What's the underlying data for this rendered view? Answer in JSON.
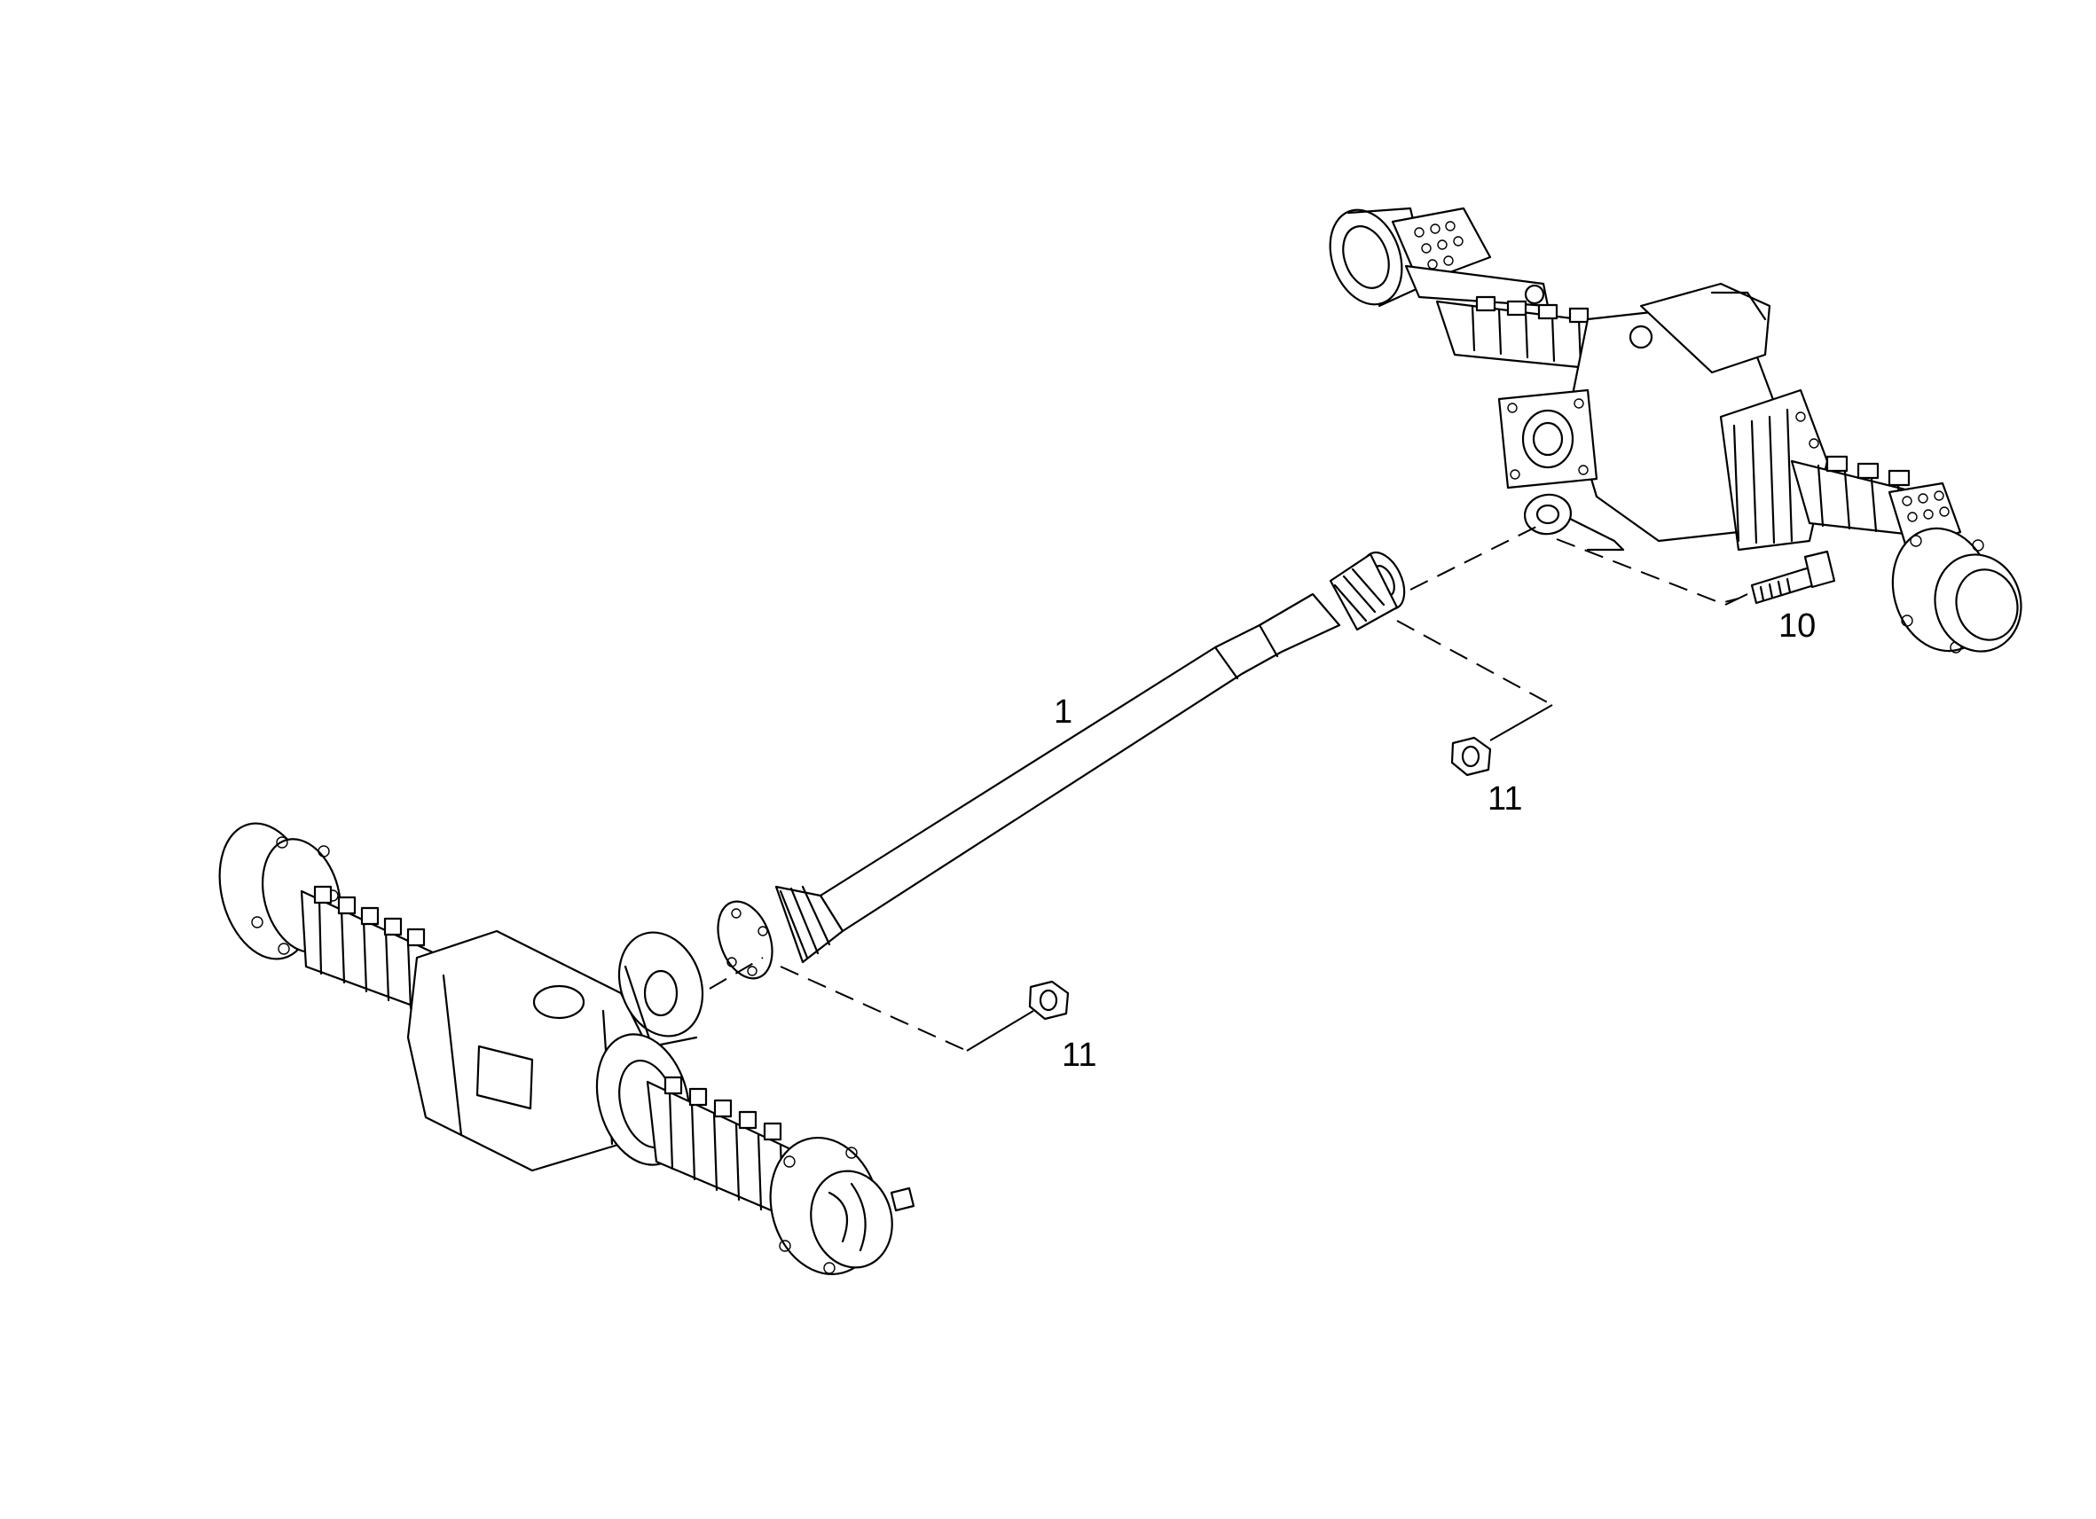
{
  "callouts": [
    {
      "id": "part-1",
      "label": "1"
    },
    {
      "id": "part-10",
      "label": "10"
    },
    {
      "id": "part-11-upper",
      "label": "11"
    },
    {
      "id": "part-11-lower",
      "label": "11"
    }
  ],
  "colors": {
    "line": "#000000",
    "background": "#ffffff"
  }
}
